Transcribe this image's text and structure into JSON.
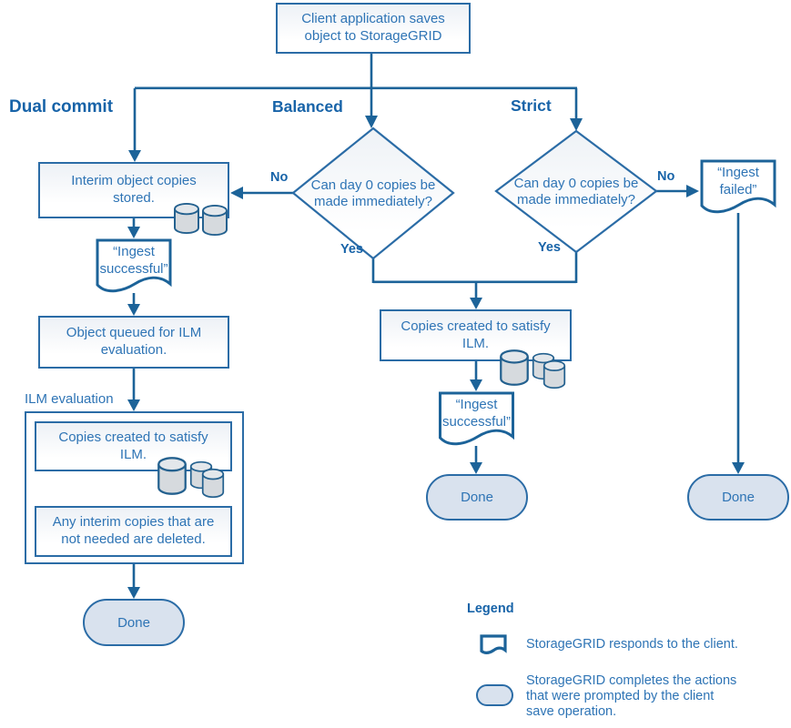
{
  "colors": {
    "line": "#1C6399",
    "border": "#2B6CA6",
    "text": "#2E74B5",
    "heading": "#1763A8",
    "stadium_fill": "#D9E2EE",
    "cylinder_fill": "#D6DADE"
  },
  "start_node": {
    "label": "Client application saves object to StorageGRID"
  },
  "branches": {
    "dual_commit": "Dual commit",
    "balanced": "Balanced",
    "strict": "Strict"
  },
  "decision_balanced": {
    "question": "Can day 0 copies be made immediately?",
    "no": "No",
    "yes": "Yes"
  },
  "decision_strict": {
    "question": "Can day 0 copies be made immediately?",
    "no": "No",
    "yes": "Yes"
  },
  "dual_commit_path": {
    "interim_stored": "Interim object copies stored.",
    "ingest_successful": "“Ingest successful”",
    "object_queued": "Object queued for ILM evaluation.",
    "ilm_evaluation_label": "ILM evaluation",
    "copies_created": "Copies created to satisfy ILM.",
    "interim_deleted": "Any interim copies that are not needed are deleted.",
    "done": "Done"
  },
  "balanced_path": {
    "copies_created": "Copies created to satisfy ILM.",
    "ingest_successful": "“Ingest successful”",
    "done": "Done"
  },
  "strict_path": {
    "ingest_failed": "“Ingest failed”",
    "done": "Done"
  },
  "legend": {
    "heading": "Legend",
    "document_item": "StorageGRID responds to the client.",
    "stadium_item": "StorageGRID completes the actions that were prompted by the client save operation."
  }
}
